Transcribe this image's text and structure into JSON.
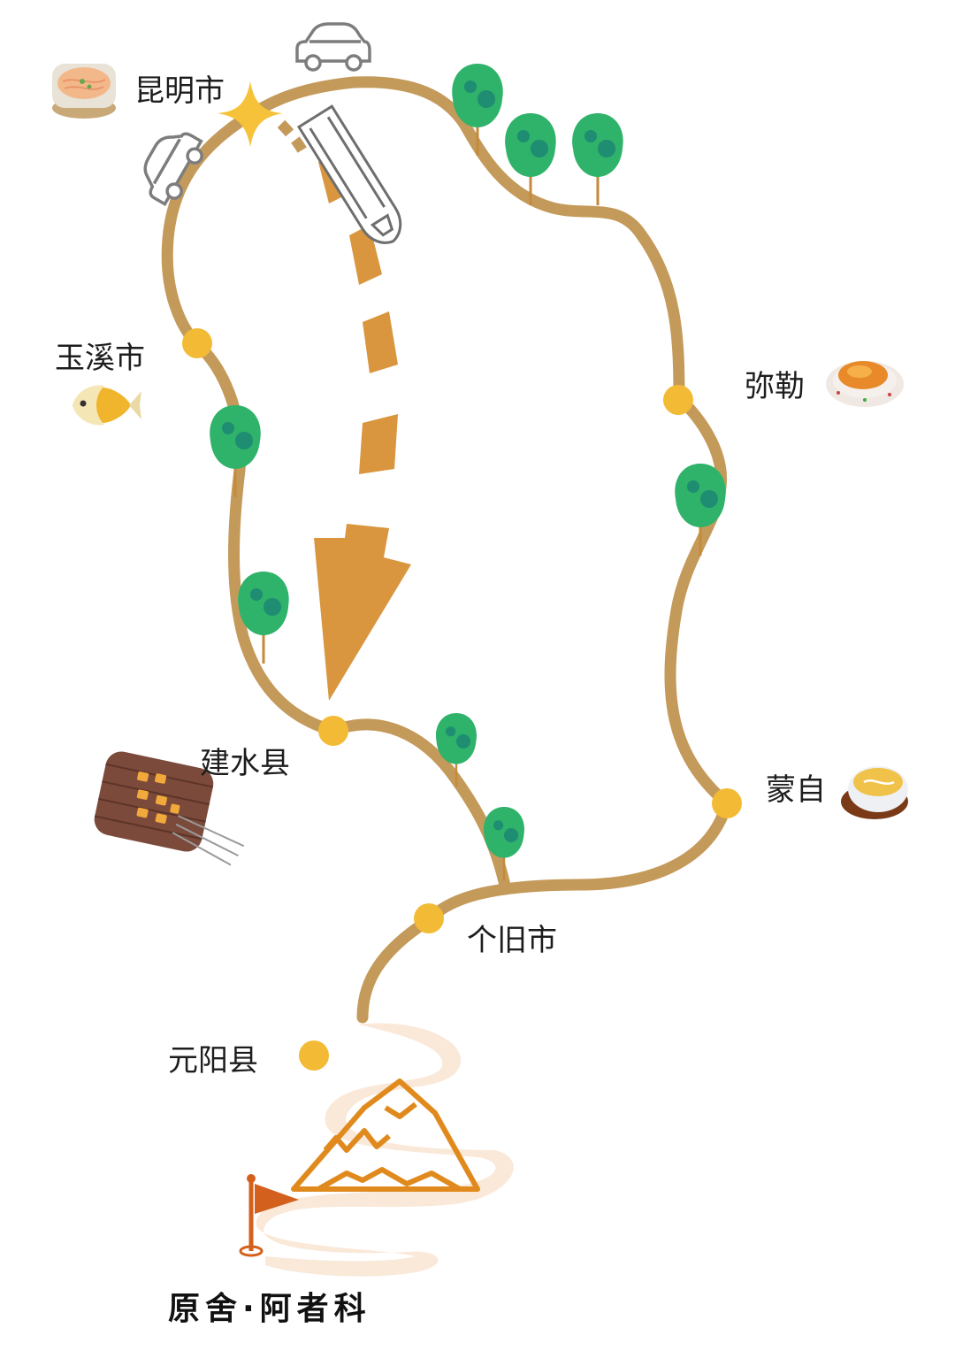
{
  "map": {
    "stops": [
      {
        "key": "kunming",
        "name": "昆明市"
      },
      {
        "key": "yuxi",
        "name": "玉溪市"
      },
      {
        "key": "jianshui",
        "name": "建水县"
      },
      {
        "key": "gejiu",
        "name": "个旧市"
      },
      {
        "key": "mile",
        "name": "弥勒"
      },
      {
        "key": "mengzi",
        "name": "蒙自"
      },
      {
        "key": "yuanyang",
        "name": "元阳县"
      }
    ],
    "destination": "原舍·阿者科",
    "icons": {
      "kunming_food": "rice-noodle-bowl-icon",
      "yuxi_food": "fish-icon",
      "jianshui_food": "grilled-tofu-skewers-icon",
      "mile_food": "roast-chicken-icon",
      "mengzi_food": "crossing-bridge-noodle-bowl-icon",
      "transport": [
        "car-icon",
        "high-speed-train-icon"
      ],
      "destination": "mountain-icon"
    },
    "colors": {
      "route": "#c49a5a",
      "dot": "#f3bb35",
      "arrow": "#d9963f",
      "tree": "#2fb26a",
      "mountain": "#e08a1e",
      "flag": "#d4601d"
    }
  }
}
